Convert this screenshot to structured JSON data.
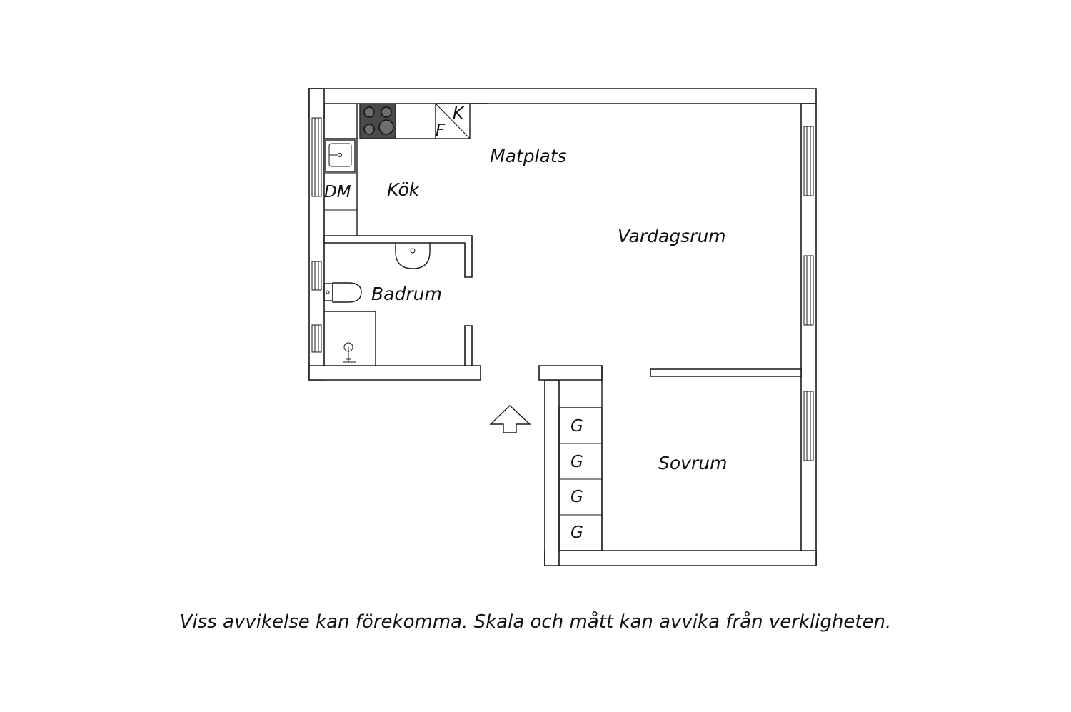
{
  "rooms": {
    "kitchen": "Kök",
    "dining": "Matplats",
    "living": "Vardagsrum",
    "bathroom": "Badrum",
    "bedroom": "Sovrum"
  },
  "fixtures": {
    "dishwasher": "DM",
    "fridge": "K",
    "freezer": "F",
    "wardrobe": [
      "G",
      "G",
      "G",
      "G"
    ]
  },
  "disclaimer": "Viss avvikelse kan förekomma. Skala och mått kan avvika från verkligheten."
}
